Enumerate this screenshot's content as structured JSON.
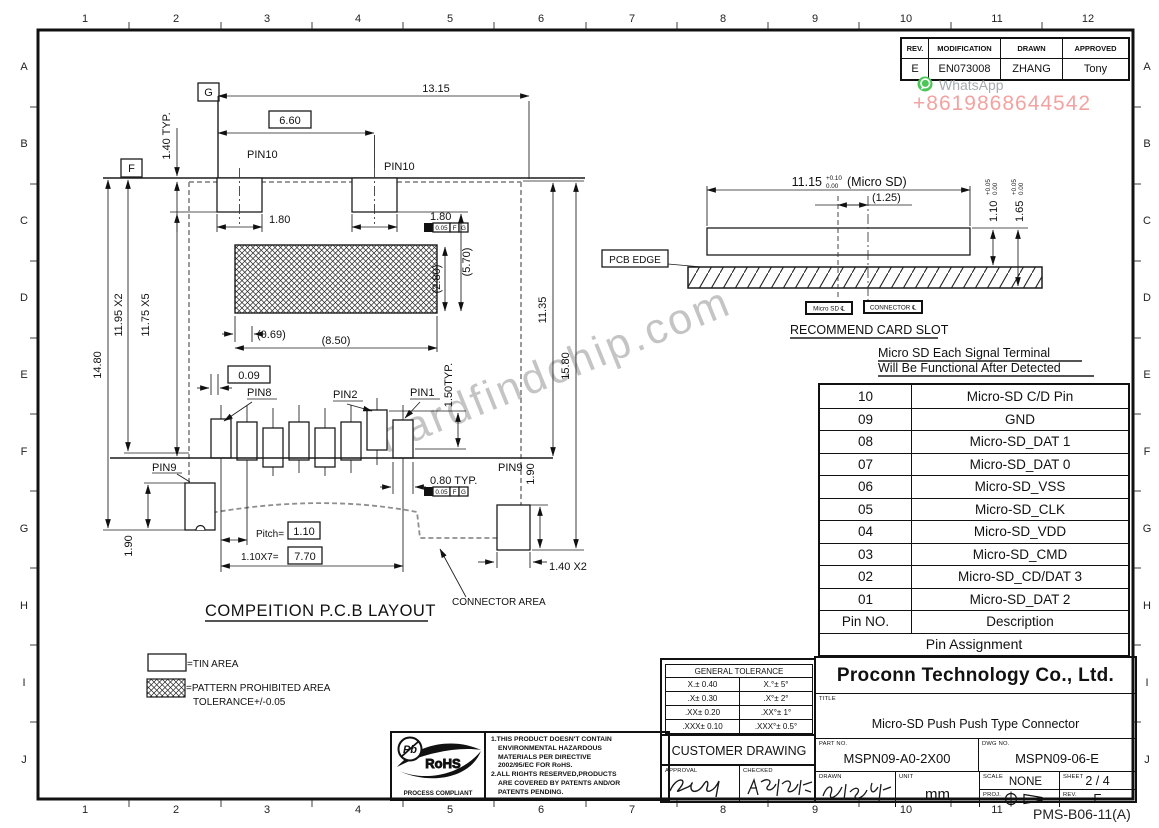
{
  "frame": {
    "cols": [
      "1",
      "2",
      "3",
      "4",
      "5",
      "6",
      "7",
      "8",
      "9",
      "10",
      "11",
      "12"
    ],
    "rows": [
      "A",
      "B",
      "C",
      "D",
      "E",
      "F",
      "G",
      "H",
      "I",
      "J"
    ],
    "doc_number": "PMS-B06-11(A)"
  },
  "watermark": {
    "whatsapp": "WhatsApp",
    "phone": "+8619868644542",
    "site": "hardfindchip.com",
    "phone_color": "#f2a3a1",
    "whatsapp_green": "#4dc659"
  },
  "rev_table": {
    "headers": [
      "REV.",
      "MODIFICATION",
      "DRAWN",
      "APPROVED"
    ],
    "row": [
      "E",
      "EN073008",
      "ZHANG",
      "Tony"
    ]
  },
  "layout_view": {
    "title": "COMPEITION P.C.B LAYOUT",
    "dims": {
      "d1315": "13.15",
      "d660": "6.60",
      "d140typ": "1.40 TYP.",
      "d180a": "1.80",
      "d180b": "1.80",
      "d570": "(5.70)",
      "d280": "(2.80)",
      "d069": "(0.69)",
      "d850": "(8.50)",
      "d009": "0.09",
      "d150typ": "1.50TYP.",
      "d080typ": "0.80 TYP.",
      "d1135": "11.35",
      "d1580": "15.80",
      "d1480": "14.80",
      "d1195": "11.95 X2",
      "d1175": "11.75 X5",
      "d190_left": "1.90",
      "d190_right": "1.90",
      "d140x2": "1.40  X2",
      "pitch_label": "Pitch=",
      "pitch_val": "1.10",
      "row_label": "1.10X7=",
      "row_val": "7.70"
    },
    "pins": {
      "pin10_left": "PIN10",
      "pin10_right": "PIN10",
      "pin8": "PIN8",
      "pin2": "PIN2",
      "pin1": "PIN1",
      "pin9_left": "PIN9",
      "pin9_right": "PIN9"
    },
    "datum_f": "F",
    "datum_g": "G",
    "tol_frame": {
      "sym": "⊕",
      "val": "0.05",
      "ref1": "F",
      "ref2": "G"
    },
    "legend": {
      "tin": "=TIN AREA",
      "pattern": "=PATTERN PROHIBITED AREA",
      "pattern_tol": "TOLERANCE+/-0.05",
      "connector_area": "CONNECTOR AREA"
    }
  },
  "slot_view": {
    "pcb_edge": "PCB EDGE",
    "d1115": "11.15",
    "d1115_up": "+0.10",
    "d1115_dn": "0.00",
    "d1115_note": "(Micro SD)",
    "d125": "(1.25)",
    "d110": "1.10",
    "d110_up": "+0.05",
    "d110_dn": "0.00",
    "d165": "1.65",
    "d165_up": "+0.05",
    "d165_dn": "0.00",
    "microsd_cl": "Micro SD ℄",
    "connector_cl": "CONNECTOR ℄",
    "caption": "RECOMMEND CARD SLOT",
    "note1": "Micro SD Each Signal Terminal",
    "note2": "Will Be Functional After Detected"
  },
  "pin_table": {
    "rows": [
      [
        "10",
        "Micro-SD C/D Pin"
      ],
      [
        "09",
        "GND"
      ],
      [
        "08",
        "Micro-SD_DAT 1"
      ],
      [
        "07",
        "Micro-SD_DAT 0"
      ],
      [
        "06",
        "Micro-SD_VSS"
      ],
      [
        "05",
        "Micro-SD_CLK"
      ],
      [
        "04",
        "Micro-SD_VDD"
      ],
      [
        "03",
        "Micro-SD_CMD"
      ],
      [
        "02",
        "Micro-SD_CD/DAT 3"
      ],
      [
        "01",
        "Micro-SD_DAT 2"
      ]
    ],
    "header": [
      "Pin NO.",
      "Description"
    ],
    "footer": "Pin Assignment"
  },
  "tol_table": {
    "title": "GENERAL TOLERANCE",
    "rows": [
      [
        "X.± 0.40",
        "X.°± 5°"
      ],
      [
        ".X± 0.30",
        ".X°± 2°"
      ],
      [
        ".XX± 0.20",
        ".XX°± 1°"
      ],
      [
        ".XXX± 0.10",
        ".XXX°± 0.5°"
      ]
    ],
    "customer": "CUSTOMER DRAWING",
    "approval_label": "APPROVAL",
    "checked_label": "CHECKED"
  },
  "title_block": {
    "company": "Proconn Technology Co., Ltd.",
    "title_label": "TITLE",
    "title": "Micro-SD Push Push Type Connector",
    "part_label": "PART NO.",
    "part_no": "MSPN09-A0-2X00",
    "dwg_label": "DWG NO.",
    "dwg_no": "MSPN09-06-E",
    "drawn_label": "DRAWN",
    "unit_label": "UNIT",
    "unit": "mm",
    "scale_label": "SCALE",
    "scale": "NONE",
    "proj_label": "PROJ.",
    "sheet_label": "SHEET",
    "sheet": "2 / 4",
    "rev_label": "REV.",
    "rev": "E"
  },
  "rohs": {
    "pb": "Pb",
    "name": "RoHS",
    "compliant": "PROCESS COMPLIANT",
    "notes": [
      "1.THIS PRODUCT DOESN'T CONTAIN",
      "ENVIRONMENTAL HAZARDOUS",
      "MATERIALS PER DIRECTIVE",
      "2002/95/EC FOR RoHS.",
      "2.ALL RIGHTS RESERVED,PRODUCTS",
      "ARE COVERED BY PATENTS AND/OR",
      "PATENTS PENDING."
    ]
  }
}
